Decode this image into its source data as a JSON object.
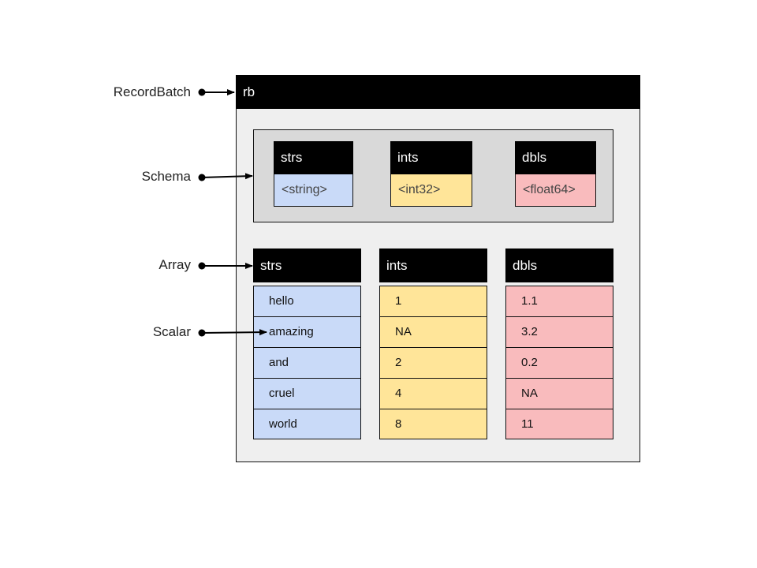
{
  "labels": {
    "record_batch": "RecordBatch",
    "schema": "Schema",
    "array": "Array",
    "scalar": "Scalar"
  },
  "record_batch": {
    "name": "rb"
  },
  "schema": {
    "fields": [
      {
        "name": "strs",
        "type": "<string>",
        "color": "#c9daf8"
      },
      {
        "name": "ints",
        "type": "<int32>",
        "color": "#ffe599"
      },
      {
        "name": "dbls",
        "type": "<float64>",
        "color": "#f9bbbd"
      }
    ]
  },
  "arrays": [
    {
      "name": "strs",
      "values": [
        "hello",
        "amazing",
        "and",
        "cruel",
        "world"
      ],
      "color": "#c9daf8"
    },
    {
      "name": "ints",
      "values": [
        "1",
        "NA",
        "2",
        "4",
        "8"
      ],
      "color": "#ffe599"
    },
    {
      "name": "dbls",
      "values": [
        "1.1",
        "3.2",
        "0.2",
        "NA",
        "11"
      ],
      "color": "#f9bbbd"
    }
  ]
}
